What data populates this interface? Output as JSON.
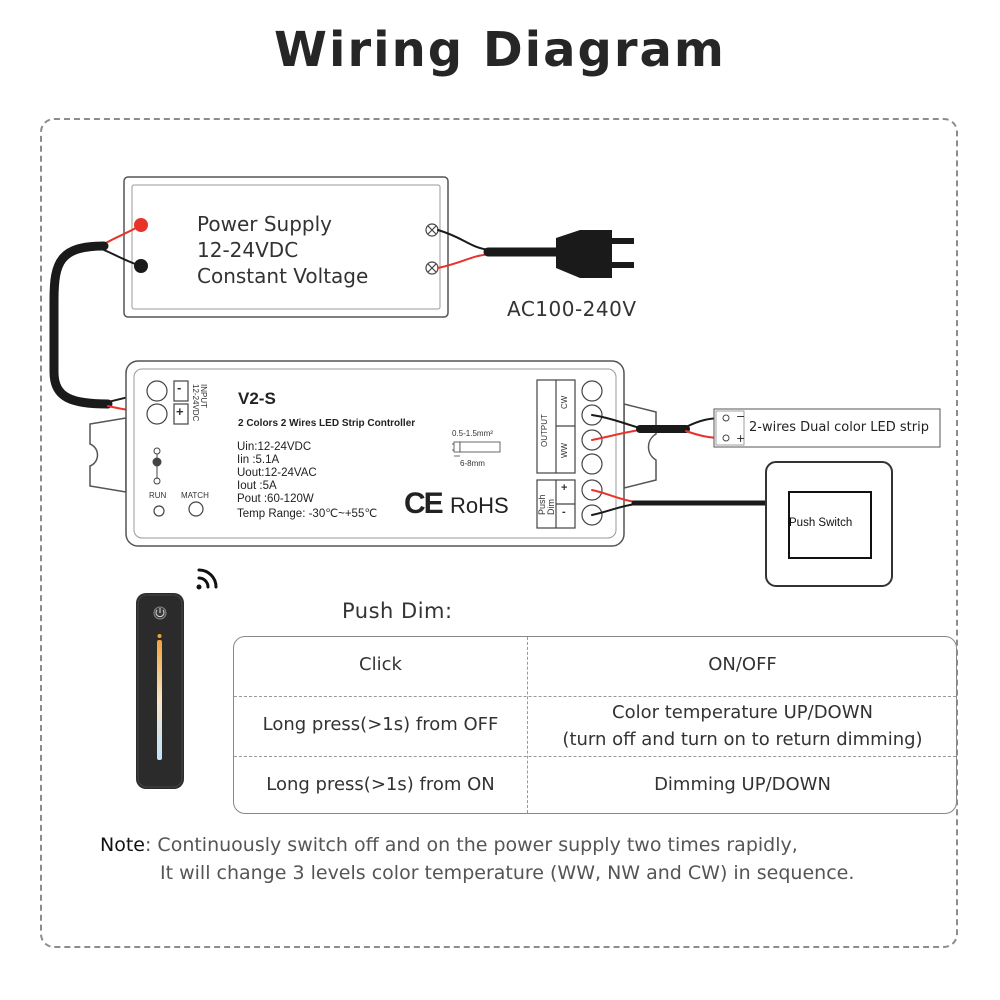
{
  "title": "Wiring Diagram",
  "power_supply": {
    "line1": "Power Supply",
    "line2": "12-24VDC",
    "line3": "Constant Voltage",
    "ac_label": "AC100-240V"
  },
  "controller": {
    "model": "V2-S",
    "name": "2 Colors 2 Wires LED Strip Controller",
    "specs": [
      "Uin:12-24VDC",
      "Iin :5.1A",
      "Uout:12-24VAC",
      "Iout :5A",
      "Pout :60-120W",
      "Temp Range: -30℃~+55℃"
    ],
    "input_label": "INPUT",
    "input_voltage": "12-24VDC",
    "minus": "-",
    "plus": "+",
    "run_label": "RUN",
    "match_label": "MATCH",
    "wire_gauge": "0.5-1.5mm²",
    "strip_length": "6-8mm",
    "output_label": "OUTPUT",
    "cw_label": "CW",
    "ww_label": "WW",
    "push_dim_label1": "Push",
    "push_dim_label2": "Dim",
    "ce": "CE",
    "rohs": "RoHS"
  },
  "led_strip": {
    "label": "2-wires Dual color LED strip",
    "minus": "−",
    "plus": "+"
  },
  "push_switch": {
    "label": "Push Switch"
  },
  "push_dim": {
    "title": "Push Dim:",
    "rows": [
      {
        "action": "Click",
        "result": [
          "ON/OFF"
        ]
      },
      {
        "action": "Long press(>1s) from OFF",
        "result": [
          "Color temperature UP/DOWN",
          "(turn off and turn on to return dimming)"
        ]
      },
      {
        "action": "Long press(>1s) from ON",
        "result": [
          "Dimming UP/DOWN"
        ]
      }
    ]
  },
  "note": {
    "label": "Note",
    "line1": ": Continuously switch off and on the power supply two times rapidly,",
    "line2": "It will change 3 levels color temperature (WW, NW and CW) in sequence."
  },
  "colors": {
    "wire_red": "#e8332a",
    "wire_black": "#1a1a1a",
    "outline": "#555555",
    "remote_body": "#2b2b2b"
  }
}
